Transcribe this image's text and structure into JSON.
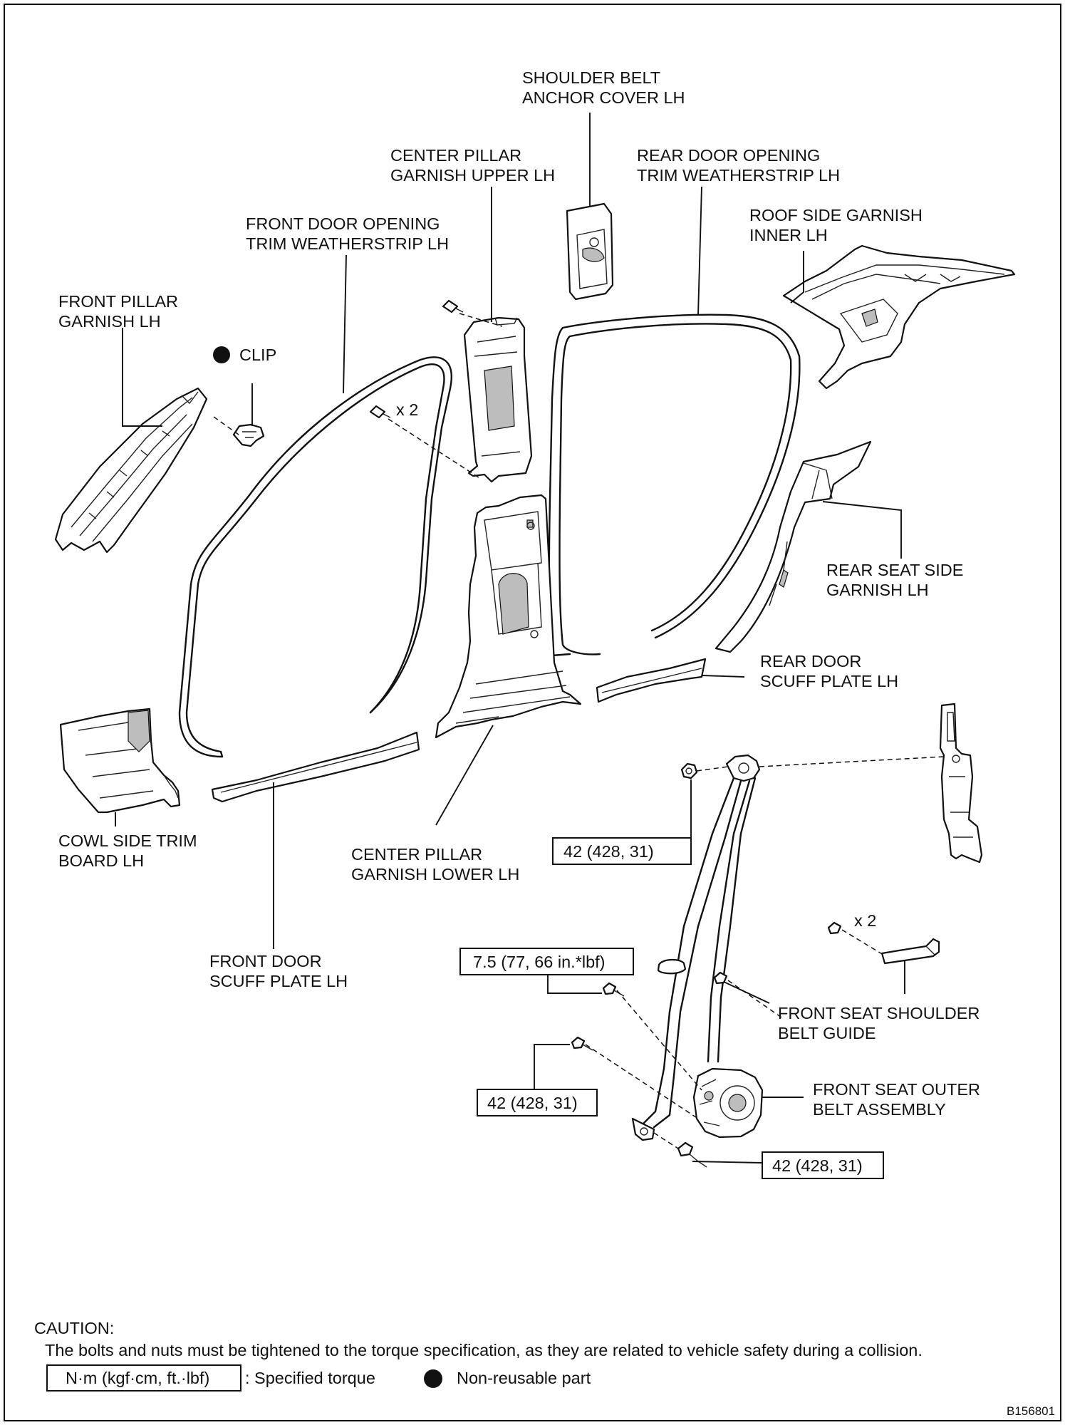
{
  "diagram": {
    "labels": {
      "shoulder_belt_anchor_cover": [
        "SHOULDER BELT",
        "ANCHOR COVER LH"
      ],
      "center_pillar_garnish_upper": [
        "CENTER PILLAR",
        "GARNISH UPPER LH"
      ],
      "rear_door_opening_weatherstrip": [
        "REAR DOOR OPENING",
        "TRIM WEATHERSTRIP LH"
      ],
      "roof_side_garnish_inner": [
        "ROOF SIDE GARNISH",
        "INNER LH"
      ],
      "front_door_opening_weatherstrip": [
        "FRONT DOOR OPENING",
        "TRIM WEATHERSTRIP LH"
      ],
      "front_pillar_garnish": [
        "FRONT PILLAR",
        "GARNISH LH"
      ],
      "clip": "CLIP",
      "qty_upper_screws": "x 2",
      "rear_seat_side_garnish": [
        "REAR SEAT SIDE",
        "GARNISH LH"
      ],
      "rear_door_scuff_plate": [
        "REAR DOOR",
        "SCUFF PLATE LH"
      ],
      "cowl_side_trim_board": [
        "COWL SIDE TRIM",
        "BOARD LH"
      ],
      "center_pillar_garnish_lower": [
        "CENTER PILLAR",
        "GARNISH LOWER LH"
      ],
      "front_door_scuff_plate": [
        "FRONT DOOR",
        "SCUFF PLATE LH"
      ],
      "qty_guide_bolts": "x 2",
      "front_seat_shoulder_belt_guide": [
        "FRONT SEAT SHOULDER",
        "BELT GUIDE"
      ],
      "front_seat_outer_belt_assembly": [
        "FRONT SEAT OUTER",
        "BELT ASSEMBLY"
      ]
    },
    "torques": {
      "upper_anchor_nut": "42 (428, 31)",
      "guide_bolt": "7.5 (77, 66 in.*lbf)",
      "retractor_bolt": "42 (428, 31)",
      "lower_anchor_bolt": "42 (428, 31)"
    },
    "footer": {
      "caution_title": "CAUTION:",
      "caution_text": "The bolts and nuts must be tightened to the torque specification, as they are related to vehicle safety during a collision.",
      "legend_torque_box": "N·m (kgf·cm, ft.·lbf)",
      "legend_torque_text": ": Specified torque",
      "legend_nonreusable_text": "Non-reusable part"
    },
    "figure_id": "B156801"
  }
}
